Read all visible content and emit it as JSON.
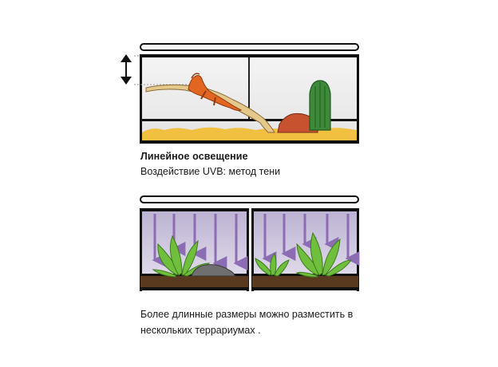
{
  "panel_linear": {
    "title": "Линейное освещение",
    "subtitle": "Воздействие UVB: метод тени"
  },
  "panel_multi": {
    "caption_line1": "Более длинные размеры можно разместить в",
    "caption_line2": "нескольких террариумах ."
  },
  "colors": {
    "lamp": "#f5f5f5",
    "frame": "#111111",
    "glass": "#ececec",
    "substrate": "#f2c040",
    "uv_bg": "#cfc8de",
    "uv_arrow": "#8c6db3",
    "soil": "#5a3a1f",
    "plant": "#6fbe3c",
    "cactus": "#3d8a3a",
    "lizard": "#e2661f",
    "rock": "#c7522f"
  }
}
